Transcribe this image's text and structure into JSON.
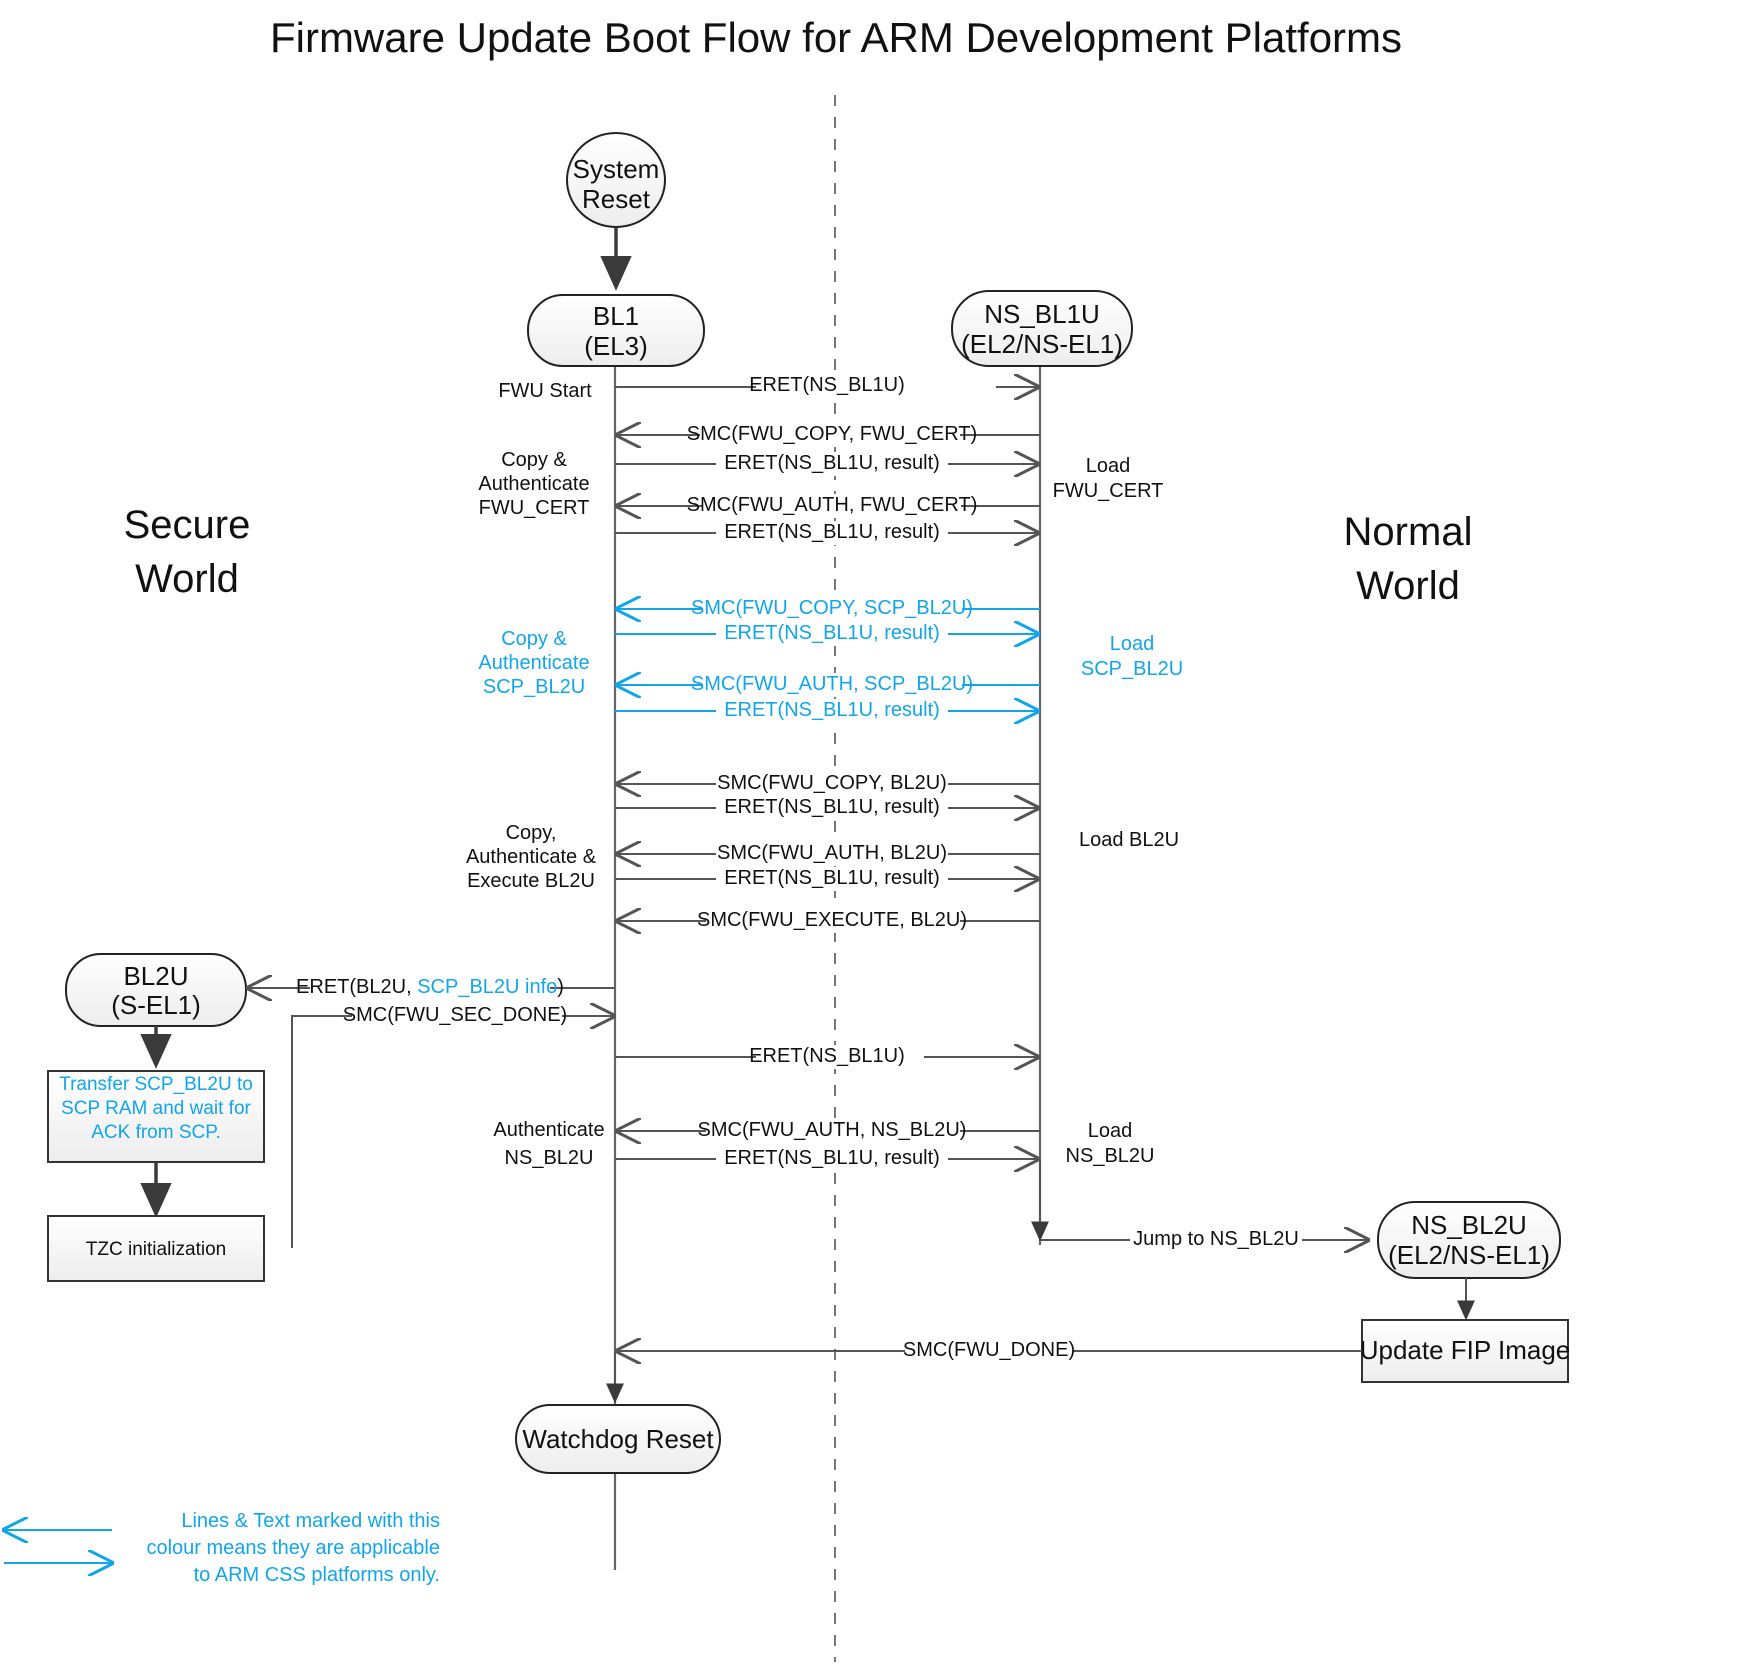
{
  "title": "Firmware Update Boot Flow for ARM Development Platforms",
  "colors": {
    "accent_cyan": "#12A5E8",
    "text": "#111111",
    "line": "#555555",
    "node_stroke": "#222222"
  },
  "worlds": {
    "secure_line1": "Secure",
    "secure_line2": "World",
    "normal_line1": "Normal",
    "normal_line2": "World"
  },
  "nodes": {
    "system_reset": {
      "line1": "System",
      "line2": "Reset"
    },
    "bl1": {
      "line1": "BL1",
      "line2": "(EL3)"
    },
    "ns_bl1u": {
      "line1": "NS_BL1U",
      "line2": "(EL2/NS-EL1)"
    },
    "bl2u": {
      "line1": "BL2U",
      "line2": "(S-EL1)"
    },
    "ns_bl2u": {
      "line1": "NS_BL2U",
      "line2": "(EL2/NS-EL1)"
    },
    "watchdog_reset": {
      "line1": "Watchdog Reset"
    },
    "transfer_box": {
      "line1": "Transfer SCP_BL2U to",
      "line2": "SCP RAM and wait for",
      "line3": "ACK from SCP."
    },
    "tzc_box": {
      "line1": "TZC initialization"
    },
    "update_fip_box": {
      "line1": "Update FIP Image"
    }
  },
  "messages": [
    {
      "id": "m1",
      "label": "ERET(NS_BL1U)",
      "dir": "right",
      "color": "black"
    },
    {
      "id": "m2",
      "label": "SMC(FWU_COPY, FWU_CERT)",
      "dir": "left",
      "color": "black"
    },
    {
      "id": "m3",
      "label": "ERET(NS_BL1U, result)",
      "dir": "right",
      "color": "black"
    },
    {
      "id": "m4",
      "label": "SMC(FWU_AUTH, FWU_CERT)",
      "dir": "left",
      "color": "black"
    },
    {
      "id": "m5",
      "label": "ERET(NS_BL1U, result)",
      "dir": "right",
      "color": "black"
    },
    {
      "id": "m6",
      "label": "SMC(FWU_COPY, SCP_BL2U)",
      "dir": "left",
      "color": "cyan"
    },
    {
      "id": "m7",
      "label": "ERET(NS_BL1U, result)",
      "dir": "right",
      "color": "cyan"
    },
    {
      "id": "m8",
      "label": "SMC(FWU_AUTH, SCP_BL2U)",
      "dir": "left",
      "color": "cyan"
    },
    {
      "id": "m9",
      "label": "ERET(NS_BL1U, result)",
      "dir": "right",
      "color": "cyan"
    },
    {
      "id": "m10",
      "label": "SMC(FWU_COPY, BL2U)",
      "dir": "left",
      "color": "black"
    },
    {
      "id": "m11",
      "label": "ERET(NS_BL1U, result)",
      "dir": "right",
      "color": "black"
    },
    {
      "id": "m12",
      "label": "SMC(FWU_AUTH, BL2U)",
      "dir": "left",
      "color": "black"
    },
    {
      "id": "m13",
      "label": "ERET(NS_BL1U, result)",
      "dir": "right",
      "color": "black"
    },
    {
      "id": "m14",
      "label": "SMC(FWU_EXECUTE, BL2U)",
      "dir": "left",
      "color": "black"
    },
    {
      "id": "m15",
      "label": "ERET(NS_BL1U)",
      "dir": "right",
      "color": "black"
    },
    {
      "id": "m16",
      "label": "SMC(FWU_AUTH, NS_BL2U)",
      "dir": "left",
      "color": "black"
    },
    {
      "id": "m17",
      "label": "ERET(NS_BL1U, result)",
      "dir": "right",
      "color": "black"
    },
    {
      "id": "m18",
      "label": "Jump to NS_BL2U",
      "dir": "right",
      "color": "black"
    },
    {
      "id": "m19",
      "label": "SMC(FWU_DONE)",
      "dir": "left",
      "color": "black"
    },
    {
      "id": "m20",
      "label": "SMC(FWU_SEC_DONE)",
      "dir": "right",
      "color": "black"
    }
  ],
  "eret_bl2u": {
    "prefix": "ERET(BL2U, ",
    "cyan_part": "SCP_BL2U info",
    "suffix": ")"
  },
  "left_annotations": [
    {
      "id": "fwu_start",
      "lines": [
        "FWU Start"
      ],
      "color": "black"
    },
    {
      "id": "copy_auth_cert",
      "lines": [
        "Copy &",
        "Authenticate",
        "FWU_CERT"
      ],
      "color": "black"
    },
    {
      "id": "copy_auth_scp",
      "lines": [
        "Copy &",
        "Authenticate",
        "SCP_BL2U"
      ],
      "color": "cyan"
    },
    {
      "id": "copy_auth_exec_bl2u",
      "lines": [
        "Copy,",
        "Authenticate &",
        "Execute BL2U"
      ],
      "color": "black"
    },
    {
      "id": "auth_ns_bl2u",
      "lines": [
        "Authenticate",
        "NS_BL2U"
      ],
      "color": "black"
    }
  ],
  "right_annotations": [
    {
      "id": "load_fwu_cert",
      "lines": [
        "Load",
        "FWU_CERT"
      ],
      "color": "black"
    },
    {
      "id": "load_scp_bl2u",
      "lines": [
        "Load",
        "SCP_BL2U"
      ],
      "color": "cyan"
    },
    {
      "id": "load_bl2u",
      "lines": [
        "Load BL2U"
      ],
      "color": "black"
    },
    {
      "id": "load_ns_bl2u",
      "lines": [
        "Load",
        "NS_BL2U"
      ],
      "color": "black"
    }
  ],
  "legend": {
    "line1": "Lines & Text marked with this",
    "line2": "colour means they are applicable",
    "line3": "to ARM CSS platforms only."
  }
}
